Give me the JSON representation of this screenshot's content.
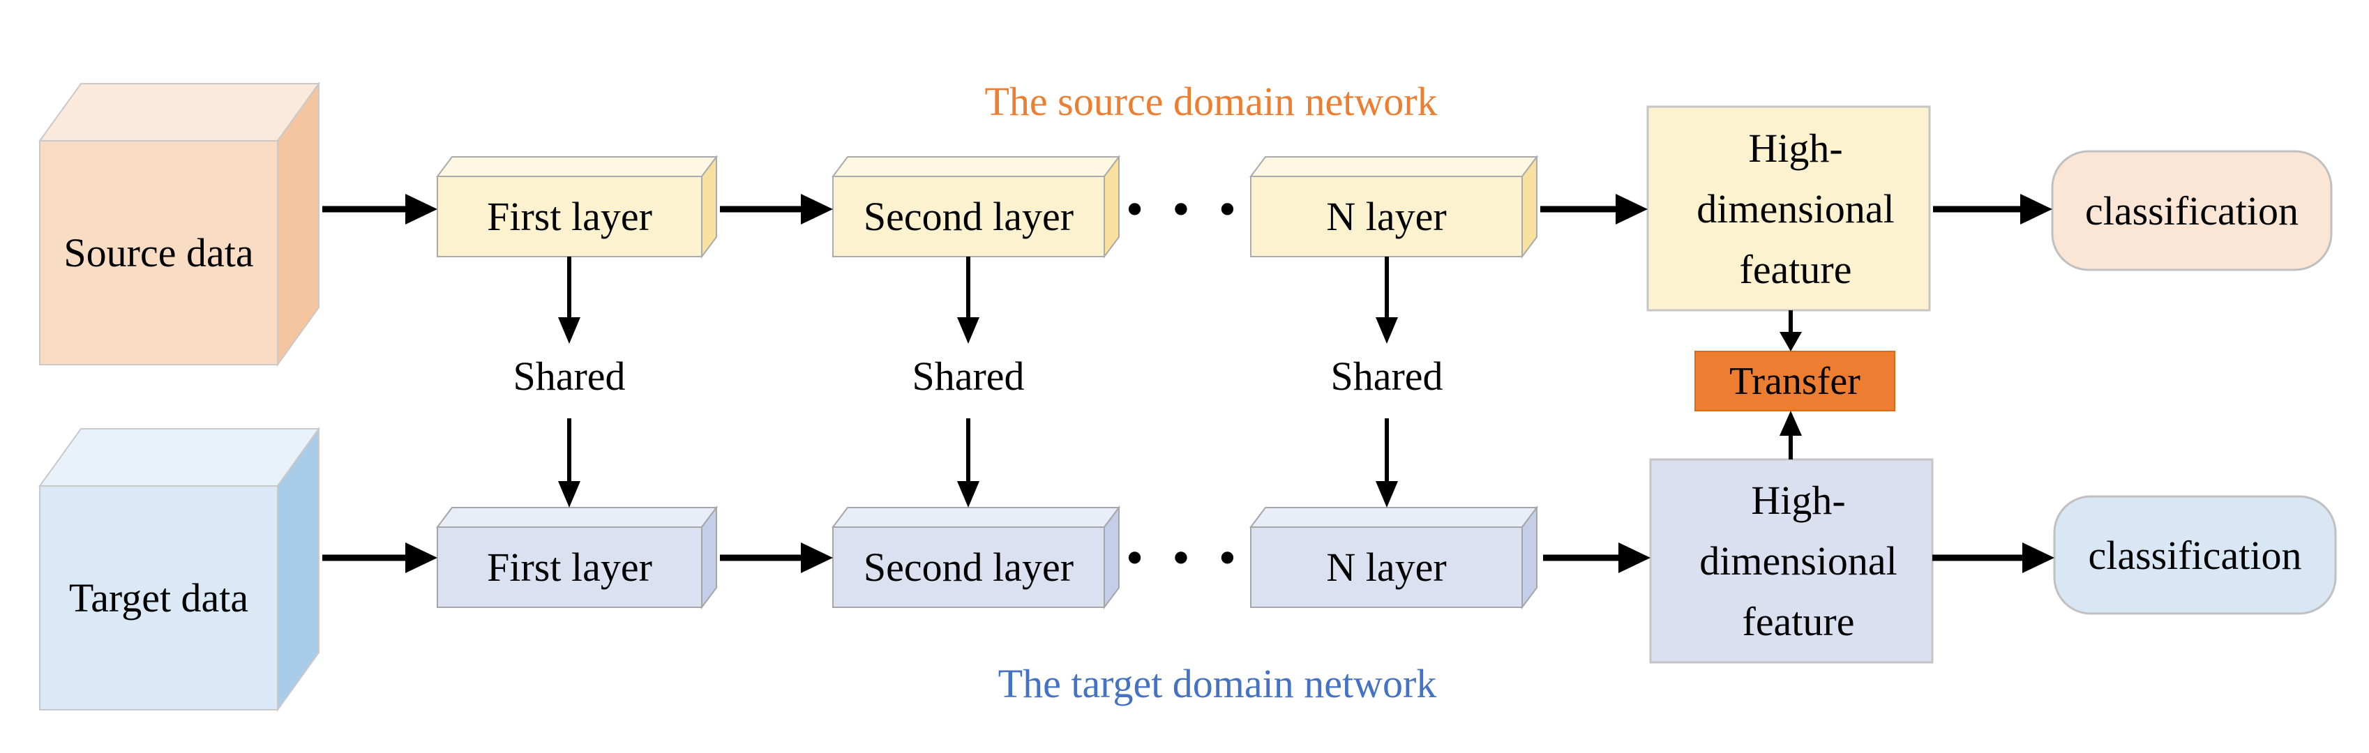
{
  "titles": {
    "source": "The source domain network",
    "target": "The target domain network"
  },
  "source_network": {
    "data_block": "Source data",
    "layers": [
      "First layer",
      "Second layer",
      "N layer"
    ],
    "ellipsis": "• • •",
    "feature": "High-dimensional feature",
    "classification": "classification"
  },
  "target_network": {
    "data_block": "Target data",
    "layers": [
      "First layer",
      "Second layer",
      "N layer"
    ],
    "ellipsis": "• • •",
    "feature": "High-dimensional feature",
    "classification": "classification"
  },
  "shared_labels": [
    "Shared",
    "Shared",
    "Shared"
  ],
  "transfer_label": "Transfer",
  "colors": {
    "source_title": "#ED7D31",
    "target_title": "#4472C4",
    "transfer_fill": "#ED7D31",
    "source_layer_fill": "#FCF2CF",
    "source_layer_top": "#FEF8E2",
    "source_layer_side": "#F8E09E",
    "target_layer_fill": "#DCE1F2",
    "target_layer_top": "#E9EDF8",
    "target_layer_side": "#C5CEE8",
    "source_cube_fill": "#F9DCC4",
    "source_cube_top": "#FBE9DB",
    "source_cube_side": "#F4C59E",
    "target_cube_fill": "#DBE9F6",
    "target_cube_top": "#E9F1FA",
    "target_cube_side": "#A9CCE9",
    "source_feature_fill": "#FCF2CF",
    "target_feature_fill": "#DBE0F1",
    "source_classification_fill": "#FBE5D5",
    "target_classification_fill": "#D9E7F5",
    "arrow": "#000000"
  }
}
